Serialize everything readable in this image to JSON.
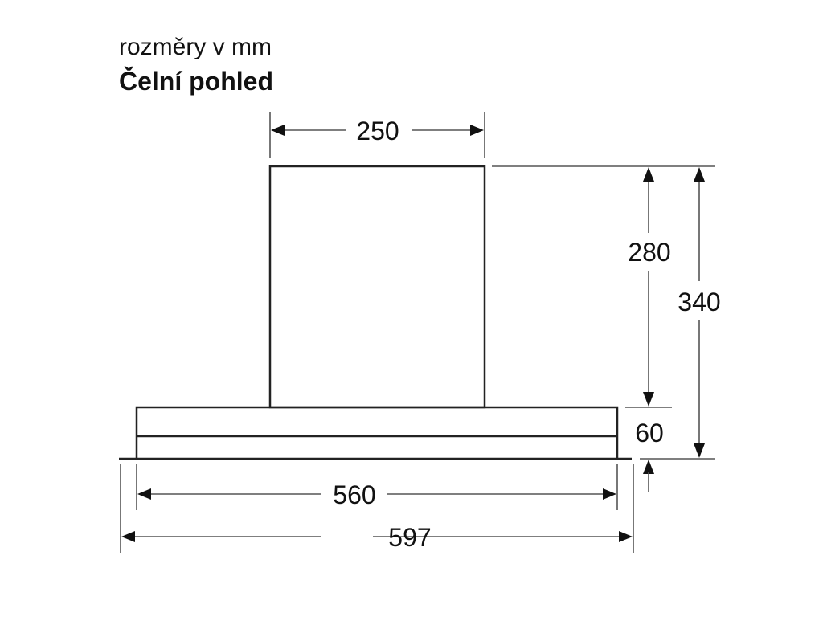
{
  "header": {
    "units_label": "rozměry v mm",
    "view_title": "Čelní pohled"
  },
  "dimensions": {
    "chimney_width": "250",
    "chimney_height": "280",
    "total_height": "340",
    "canopy_height": "60",
    "inner_width": "560",
    "total_width": "597"
  },
  "colors": {
    "outline": "#222222",
    "dimension_line": "#555555",
    "text": "#111111",
    "background": "#ffffff"
  }
}
